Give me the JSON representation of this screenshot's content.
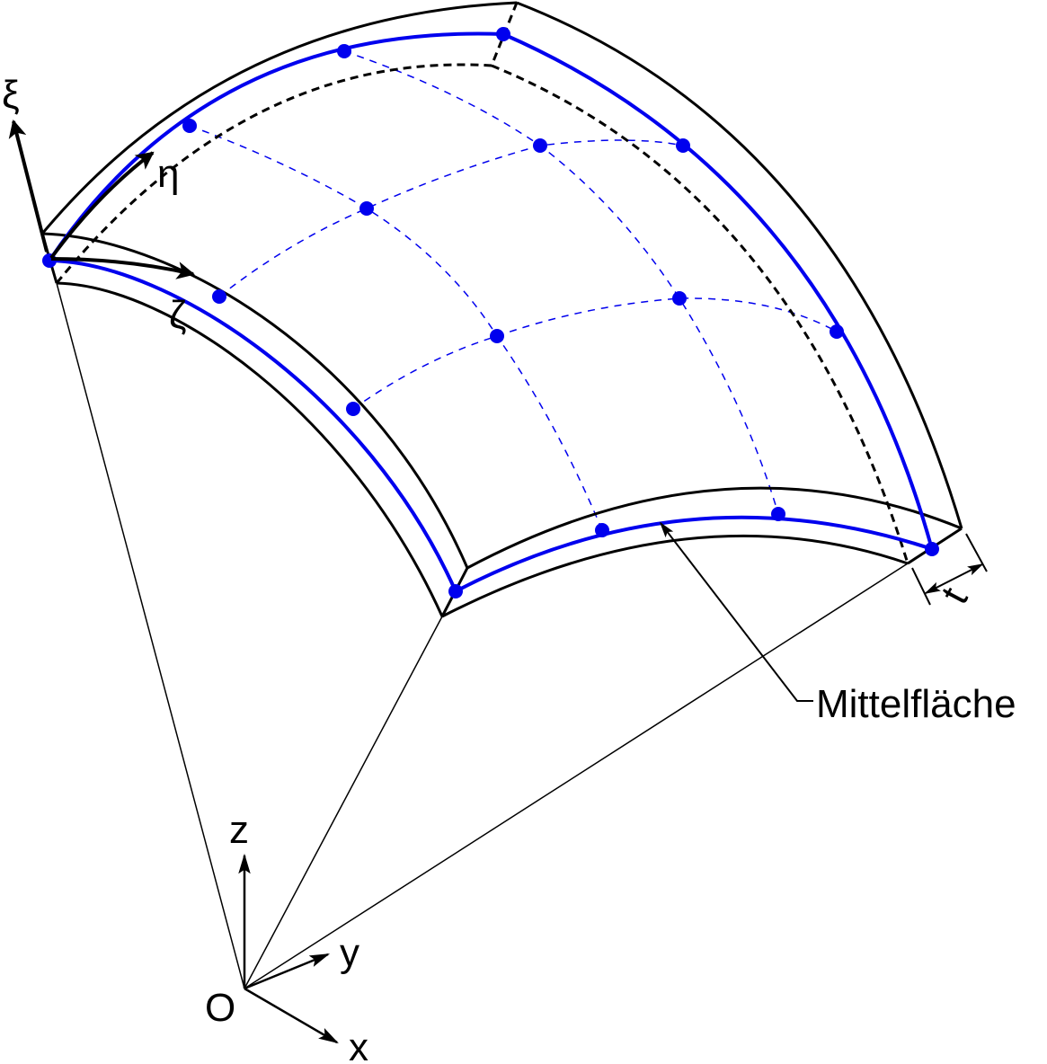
{
  "labels": {
    "xi": "ξ",
    "eta": "η",
    "zeta": "ζ",
    "thickness": "t",
    "midsurface": "Mittelfläche",
    "origin": "O",
    "x_axis": "x",
    "y_axis": "y",
    "z_axis": "z"
  },
  "colors": {
    "midsurface": "#0000ee",
    "edges": "#000000"
  }
}
